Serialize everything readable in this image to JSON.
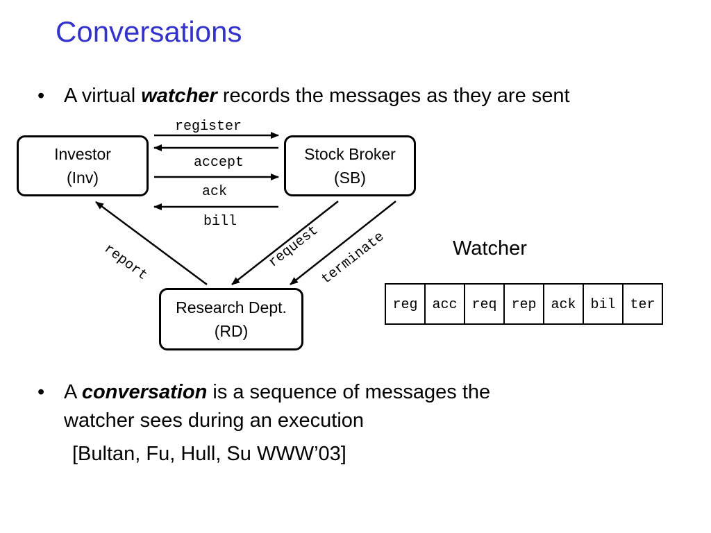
{
  "title": "Conversations",
  "bullet1": {
    "marker": "•",
    "prefix": "A virtual ",
    "emphasis": "watcher",
    "suffix": " records the messages as they are sent"
  },
  "diagram": {
    "nodes": {
      "investor": {
        "line1": "Investor",
        "line2": "(Inv)"
      },
      "broker": {
        "line1": "Stock Broker",
        "line2": "(SB)"
      },
      "research": {
        "line1": "Research Dept.",
        "line2": "(RD)"
      }
    },
    "messages": {
      "register": "register",
      "accept": "accept",
      "ack": "ack",
      "bill": "bill",
      "report": "report",
      "request": "request",
      "terminate": "terminate"
    }
  },
  "watcher": {
    "label": "Watcher",
    "sequence": [
      "reg",
      "acc",
      "req",
      "rep",
      "ack",
      "bil",
      "ter"
    ]
  },
  "bullet2": {
    "marker": "•",
    "prefix": "A ",
    "emphasis": "conversation",
    "suffix": " is a sequence of messages the",
    "line2": "watcher sees during an execution"
  },
  "citation": "[Bultan, Fu, Hull, Su WWW’03]"
}
